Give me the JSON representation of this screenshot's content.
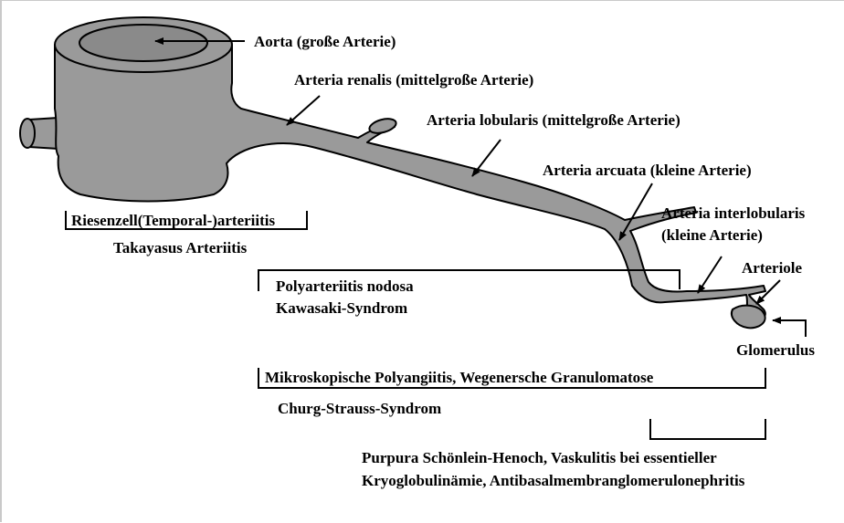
{
  "labels": {
    "aorta": "Aorta (große Arterie)",
    "renalis": "Arteria renalis (mittelgroße Arterie)",
    "lobularis": "Arteria lobularis (mittelgroße Arterie)",
    "arcuata": "Arteria arcuata (kleine Arterie)",
    "interlobularis_1": "Arteria interlobularis",
    "interlobularis_2": "(kleine Arterie)",
    "arteriole": "Arteriole",
    "glomerulus": "Glomerulus"
  },
  "diseases": {
    "large_1": "Riesenzell(Temporal-)arteriitis",
    "large_2": "Takayasus Arteriitis",
    "medium_1": "Polyarteriitis nodosa",
    "medium_2": "Kawasaki-Syndrom",
    "small_1": "Mikroskopische Polyangiitis, Wegenersche Granulomatose",
    "small_2": "Churg-Strauss-Syndrom",
    "capillary_1": "Purpura Schönlein-Henoch, Vaskulitis bei essentieller",
    "capillary_2": "Kryoglobulinämie, Antibasalmembranglomerulonephritis"
  },
  "colors": {
    "vessel_fill": "#9a9a9a",
    "lumen_fill": "#8a8a8a",
    "outline": "#000000"
  }
}
